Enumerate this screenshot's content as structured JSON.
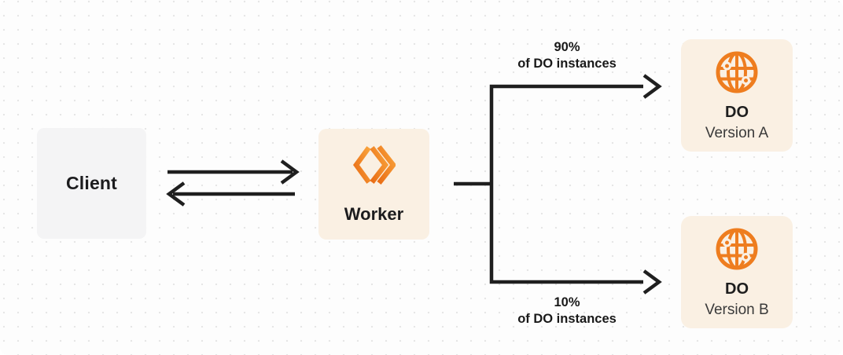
{
  "diagram": {
    "background": {
      "color": "#FDFDFD",
      "dot_color": "#E6E6E6"
    },
    "nodes": {
      "client": {
        "label": "Client",
        "fill": "#F4F4F5"
      },
      "worker": {
        "label": "Worker",
        "fill": "#FAF0E3",
        "icon": "workers-chevron-icon"
      },
      "do_version_a": {
        "title": "DO",
        "subtitle": "Version A",
        "fill": "#FAF0E3",
        "icon": "globe-icon"
      },
      "do_version_b": {
        "title": "DO",
        "subtitle": "Version B",
        "fill": "#FAF0E3",
        "icon": "globe-icon"
      }
    },
    "branch_labels": {
      "top": {
        "line1": "90%",
        "line2": "of DO instances"
      },
      "bottom": {
        "line1": "10%",
        "line2": "of DO instances"
      }
    },
    "colors": {
      "arrow": "#1F1F1F",
      "orange": "#EE7D1F",
      "worker_gradient_start": "#E96D15",
      "worker_gradient_end": "#F9A33C",
      "title_text": "#1E1E1E",
      "subtitle_text": "#3A3A3A"
    }
  }
}
